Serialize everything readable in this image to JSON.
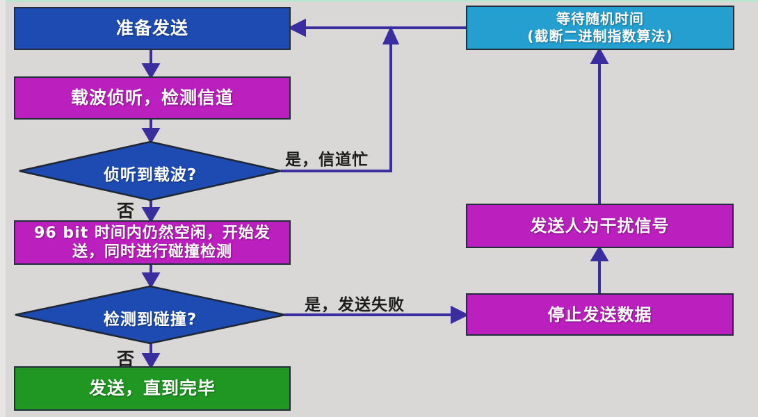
{
  "nodes": {
    "prepare_send": "准备发送",
    "carrier_sense": "载波侦听，检测信道",
    "carrier_question": "侦听到载波?",
    "idle_96bit_line1": "96 bit 时间内仍然空闲，开始发",
    "idle_96bit_line2": "送，同时进行碰撞检测",
    "collision_question": "检测到碰撞?",
    "send_until_done": "发送，直到完毕",
    "wait_random_line1": "等待随机时间",
    "wait_random_line2": "(截断二进制指数算法)",
    "send_jam_signal": "发送人为干扰信号",
    "stop_sending": "停止发送数据"
  },
  "edge_labels": {
    "no_carrier": "否",
    "yes_channel_busy": "是，信道忙",
    "no_collision": "否",
    "yes_send_failed": "是，发送失败"
  },
  "colors": {
    "background": "#d9d8d6",
    "node_blue": "#1d4bb2",
    "node_magenta": "#bb1fbd",
    "node_cyan": "#259fd0",
    "node_green": "#1f9722",
    "arrow": "#3a2da0",
    "node_border": "#232e3c",
    "box_text": "#ffffff",
    "edge_label_text": "#1c1c1c",
    "top_edge_strip": "#bce5d1"
  }
}
